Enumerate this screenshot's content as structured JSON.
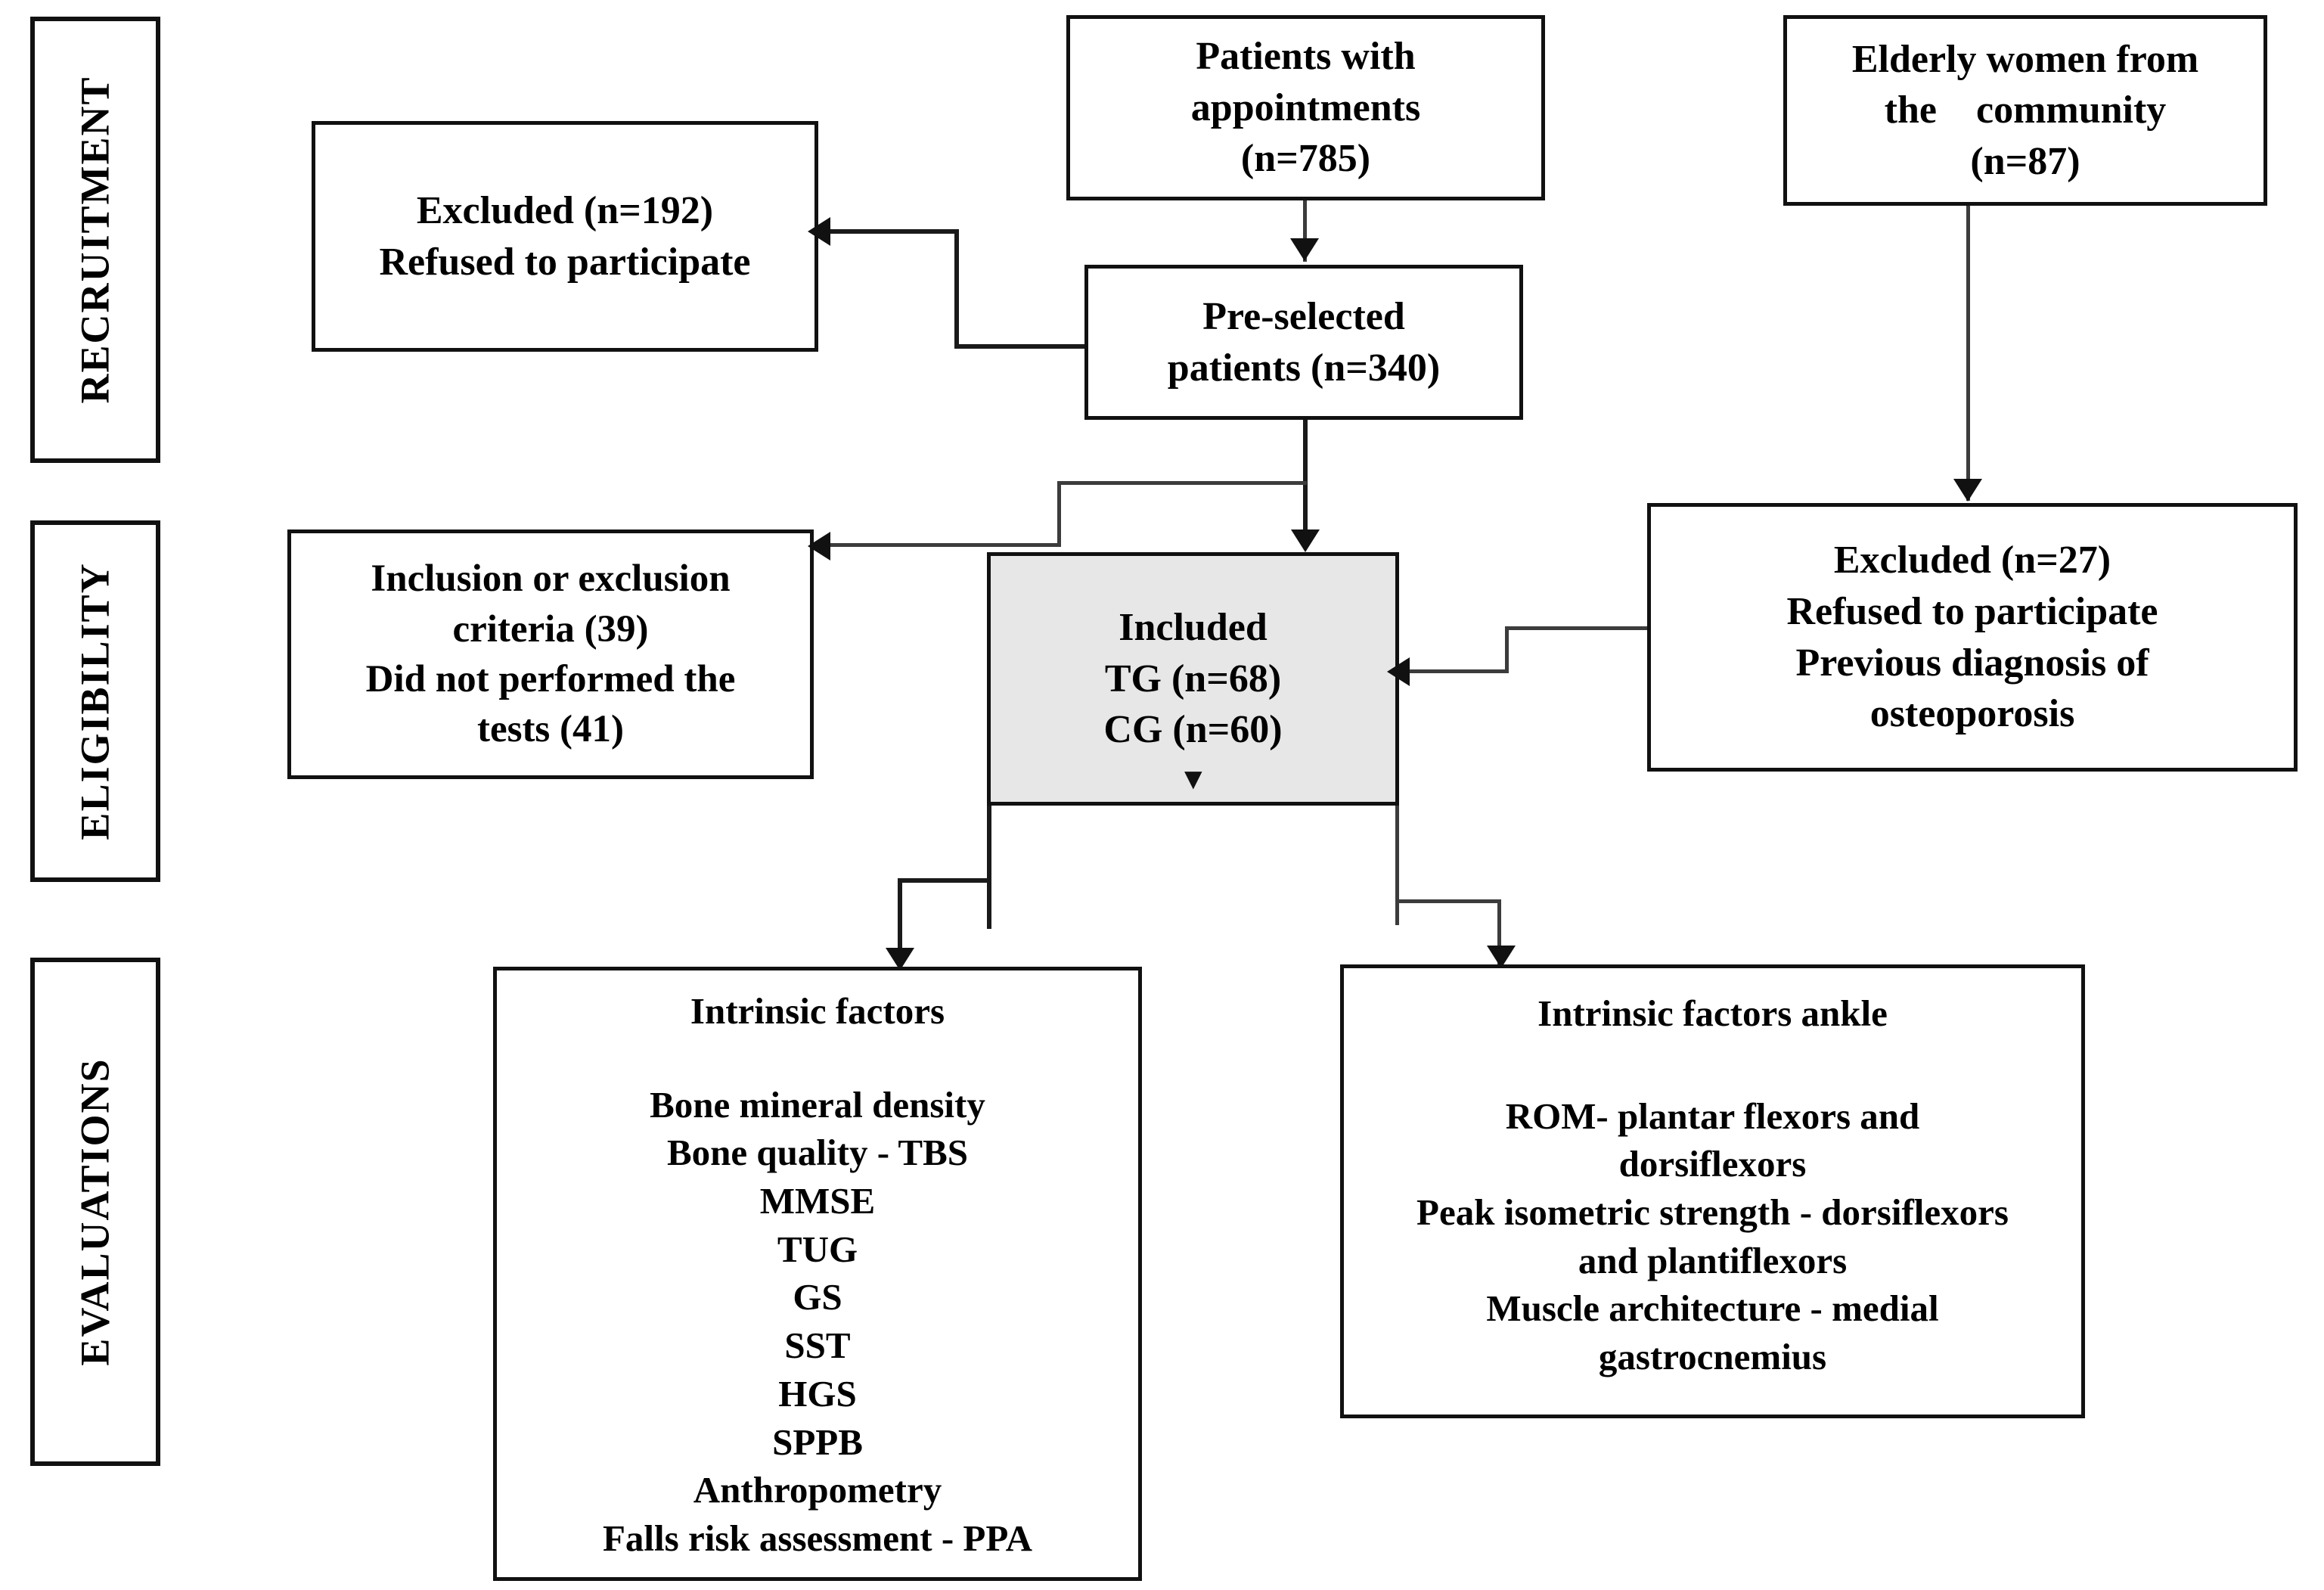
{
  "diagram": {
    "title": "Participant recruitment, eligibility and evaluations flowchart",
    "accent_color": "#111111",
    "shaded_box_color": "#e7e7e7",
    "background_color": "#ffffff"
  },
  "phases": [
    {
      "id": "recruitment",
      "label": "RECRUITMENT"
    },
    {
      "id": "eligibility",
      "label": "ELIGIBILITY"
    },
    {
      "id": "evaluations",
      "label": "EVALUATIONS"
    }
  ],
  "nodes": {
    "patients_appointments": {
      "lines": [
        "Patients with",
        "appointments",
        "(n=785)"
      ],
      "n": 785
    },
    "elderly_community": {
      "lines": [
        "Elderly women from",
        "the    community",
        "(n=87)"
      ],
      "n": 87
    },
    "excluded_left": {
      "lines": [
        "Excluded (n=192)",
        "Refused to participate"
      ],
      "n": 192
    },
    "preselected": {
      "lines": [
        "Pre-selected",
        "patients (n=340)"
      ],
      "n": 340
    },
    "criteria_left": {
      "lines": [
        "Inclusion or exclusion",
        "criteria (39)",
        "Did not performed the",
        "tests (41)"
      ],
      "criteria_n": 39,
      "not_performed_n": 41
    },
    "included": {
      "lines": [
        "Included",
        "TG (n=68)",
        "CG (n=60)"
      ],
      "tg_n": 68,
      "cg_n": 60,
      "inner_marker": "▼"
    },
    "excluded_right": {
      "lines": [
        "Excluded (n=27)",
        "Refused to participate",
        "Previous diagnosis of",
        "osteoporosis"
      ],
      "n": 27
    },
    "intrinsic_factors": {
      "heading": "Intrinsic factors",
      "items": [
        "Bone mineral density",
        "Bone quality - TBS",
        "MMSE",
        "TUG",
        "GS",
        "SST",
        "HGS",
        "SPPB",
        "Anthropometry",
        "Falls risk assessment - PPA"
      ]
    },
    "intrinsic_factors_ankle": {
      "heading": "Intrinsic factors ankle",
      "items": [
        "ROM- plantar flexors and",
        "dorsiflexors",
        "Peak isometric strength - dorsiflexors",
        "and plantiflexors",
        "Muscle architecture - medial",
        "gastrocnemius"
      ]
    }
  },
  "connectors": [
    {
      "id": "patients-to-preselected",
      "from": "patients_appointments",
      "to": "preselected",
      "arrow": "down"
    },
    {
      "id": "preselected-to-excluded-left",
      "from": "preselected",
      "to": "excluded_left",
      "arrow": "left"
    },
    {
      "id": "preselected-to-included",
      "from": "preselected",
      "to": "included",
      "arrow": "down"
    },
    {
      "id": "included-to-criteria-left",
      "from": "included",
      "to": "criteria_left",
      "arrow": "left"
    },
    {
      "id": "elderly-to-excluded-right",
      "from": "elderly_community",
      "to": "excluded_right",
      "arrow": "down"
    },
    {
      "id": "excluded-right-to-included",
      "from": "excluded_right",
      "to": "included",
      "arrow": "left"
    },
    {
      "id": "included-to-intrinsic-factors",
      "from": "included",
      "to": "intrinsic_factors",
      "arrow": "down"
    },
    {
      "id": "included-to-intrinsic-factors-ankle",
      "from": "included",
      "to": "intrinsic_factors_ankle",
      "arrow": "down"
    }
  ]
}
